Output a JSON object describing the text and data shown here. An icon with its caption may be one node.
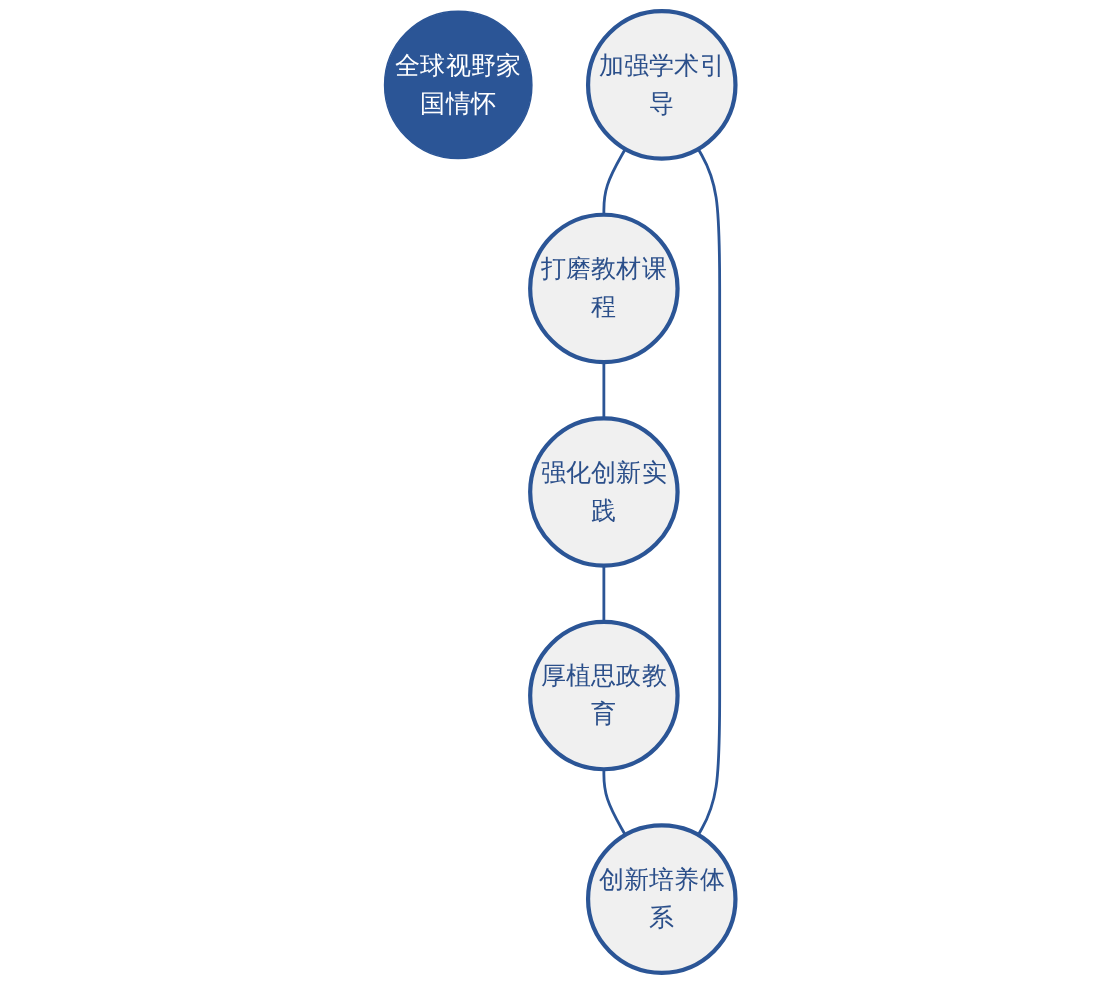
{
  "diagram": {
    "nodes": [
      {
        "text": [
          "全球视野家国情怀"
        ]
      },
      {
        "text": [
          "加强学术引导"
        ]
      },
      {
        "text": [
          "打磨教材课程"
        ]
      },
      {
        "text": [
          "创新培养体系"
        ]
      },
      {
        "text": [
          "强化创新实践"
        ]
      },
      {
        "text": [
          "厚植思政教育"
        ]
      }
    ],
    "edges": [
      {
        "from": 1,
        "to": 2,
        "arrow": "none"
      },
      {
        "from": 2,
        "to": 4,
        "arrow": "none"
      },
      {
        "from": 4,
        "to": 5,
        "arrow": "none"
      },
      {
        "from": 5,
        "to": 3,
        "arrow": "none"
      },
      {
        "from": 3,
        "to": 1,
        "arrow": "none"
      }
    ]
  }
}
